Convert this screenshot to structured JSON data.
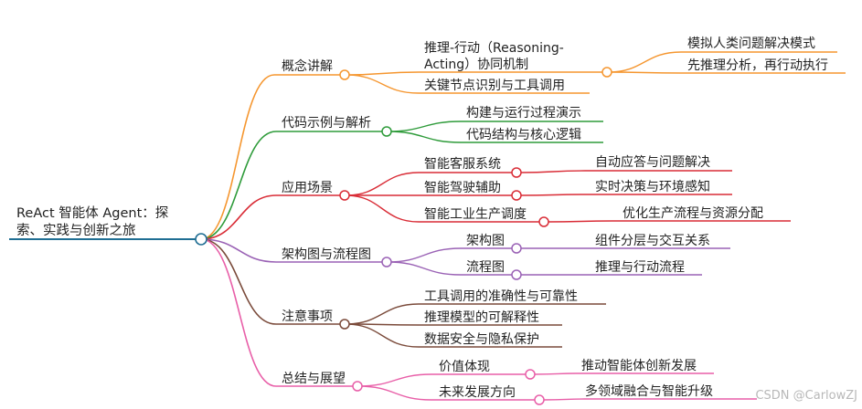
{
  "root": {
    "line1": "ReAct 智能体 Agent：探",
    "line2": "索、实践与创新之旅"
  },
  "branches": [
    {
      "label": "概念讲解",
      "color": "#F5962F",
      "children": [
        {
          "line1": "推理-行动（Reasoning-",
          "line2": "Acting）协同机制",
          "children": [
            "模拟人类问题解决模式",
            "先推理分析，再行动执行"
          ]
        },
        {
          "label": "关键节点识别与工具调用"
        }
      ]
    },
    {
      "label": "代码示例与解析",
      "color": "#2E9B3A",
      "children": [
        {
          "label": "构建与运行过程演示"
        },
        {
          "label": "代码结构与核心逻辑"
        }
      ]
    },
    {
      "label": "应用场景",
      "color": "#D92C36",
      "children": [
        {
          "label": "智能客服系统",
          "children": [
            "自动应答与问题解决"
          ]
        },
        {
          "label": "智能驾驶辅助",
          "children": [
            "实时决策与环境感知"
          ]
        },
        {
          "label": "智能工业生产调度",
          "children": [
            "优化生产流程与资源分配"
          ]
        }
      ]
    },
    {
      "label": "架构图与流程图",
      "color": "#9A62B5",
      "children": [
        {
          "label": "架构图",
          "children": [
            "组件分层与交互关系"
          ]
        },
        {
          "label": "流程图",
          "children": [
            "推理与行动流程"
          ]
        }
      ]
    },
    {
      "label": "注意事项",
      "color": "#7A4A3A",
      "children": [
        {
          "label": "工具调用的准确性与可靠性"
        },
        {
          "label": "推理模型的可解释性"
        },
        {
          "label": "数据安全与隐私保护"
        }
      ]
    },
    {
      "label": "总结与展望",
      "color": "#E85FA8",
      "children": [
        {
          "label": "价值体现",
          "children": [
            "推动智能体创新发展"
          ]
        },
        {
          "label": "未来发展方向",
          "children": [
            "多领域融合与智能升级"
          ]
        }
      ]
    }
  ],
  "root_color": "#1F6E93",
  "watermark": "CSDN @CarlowZJ"
}
